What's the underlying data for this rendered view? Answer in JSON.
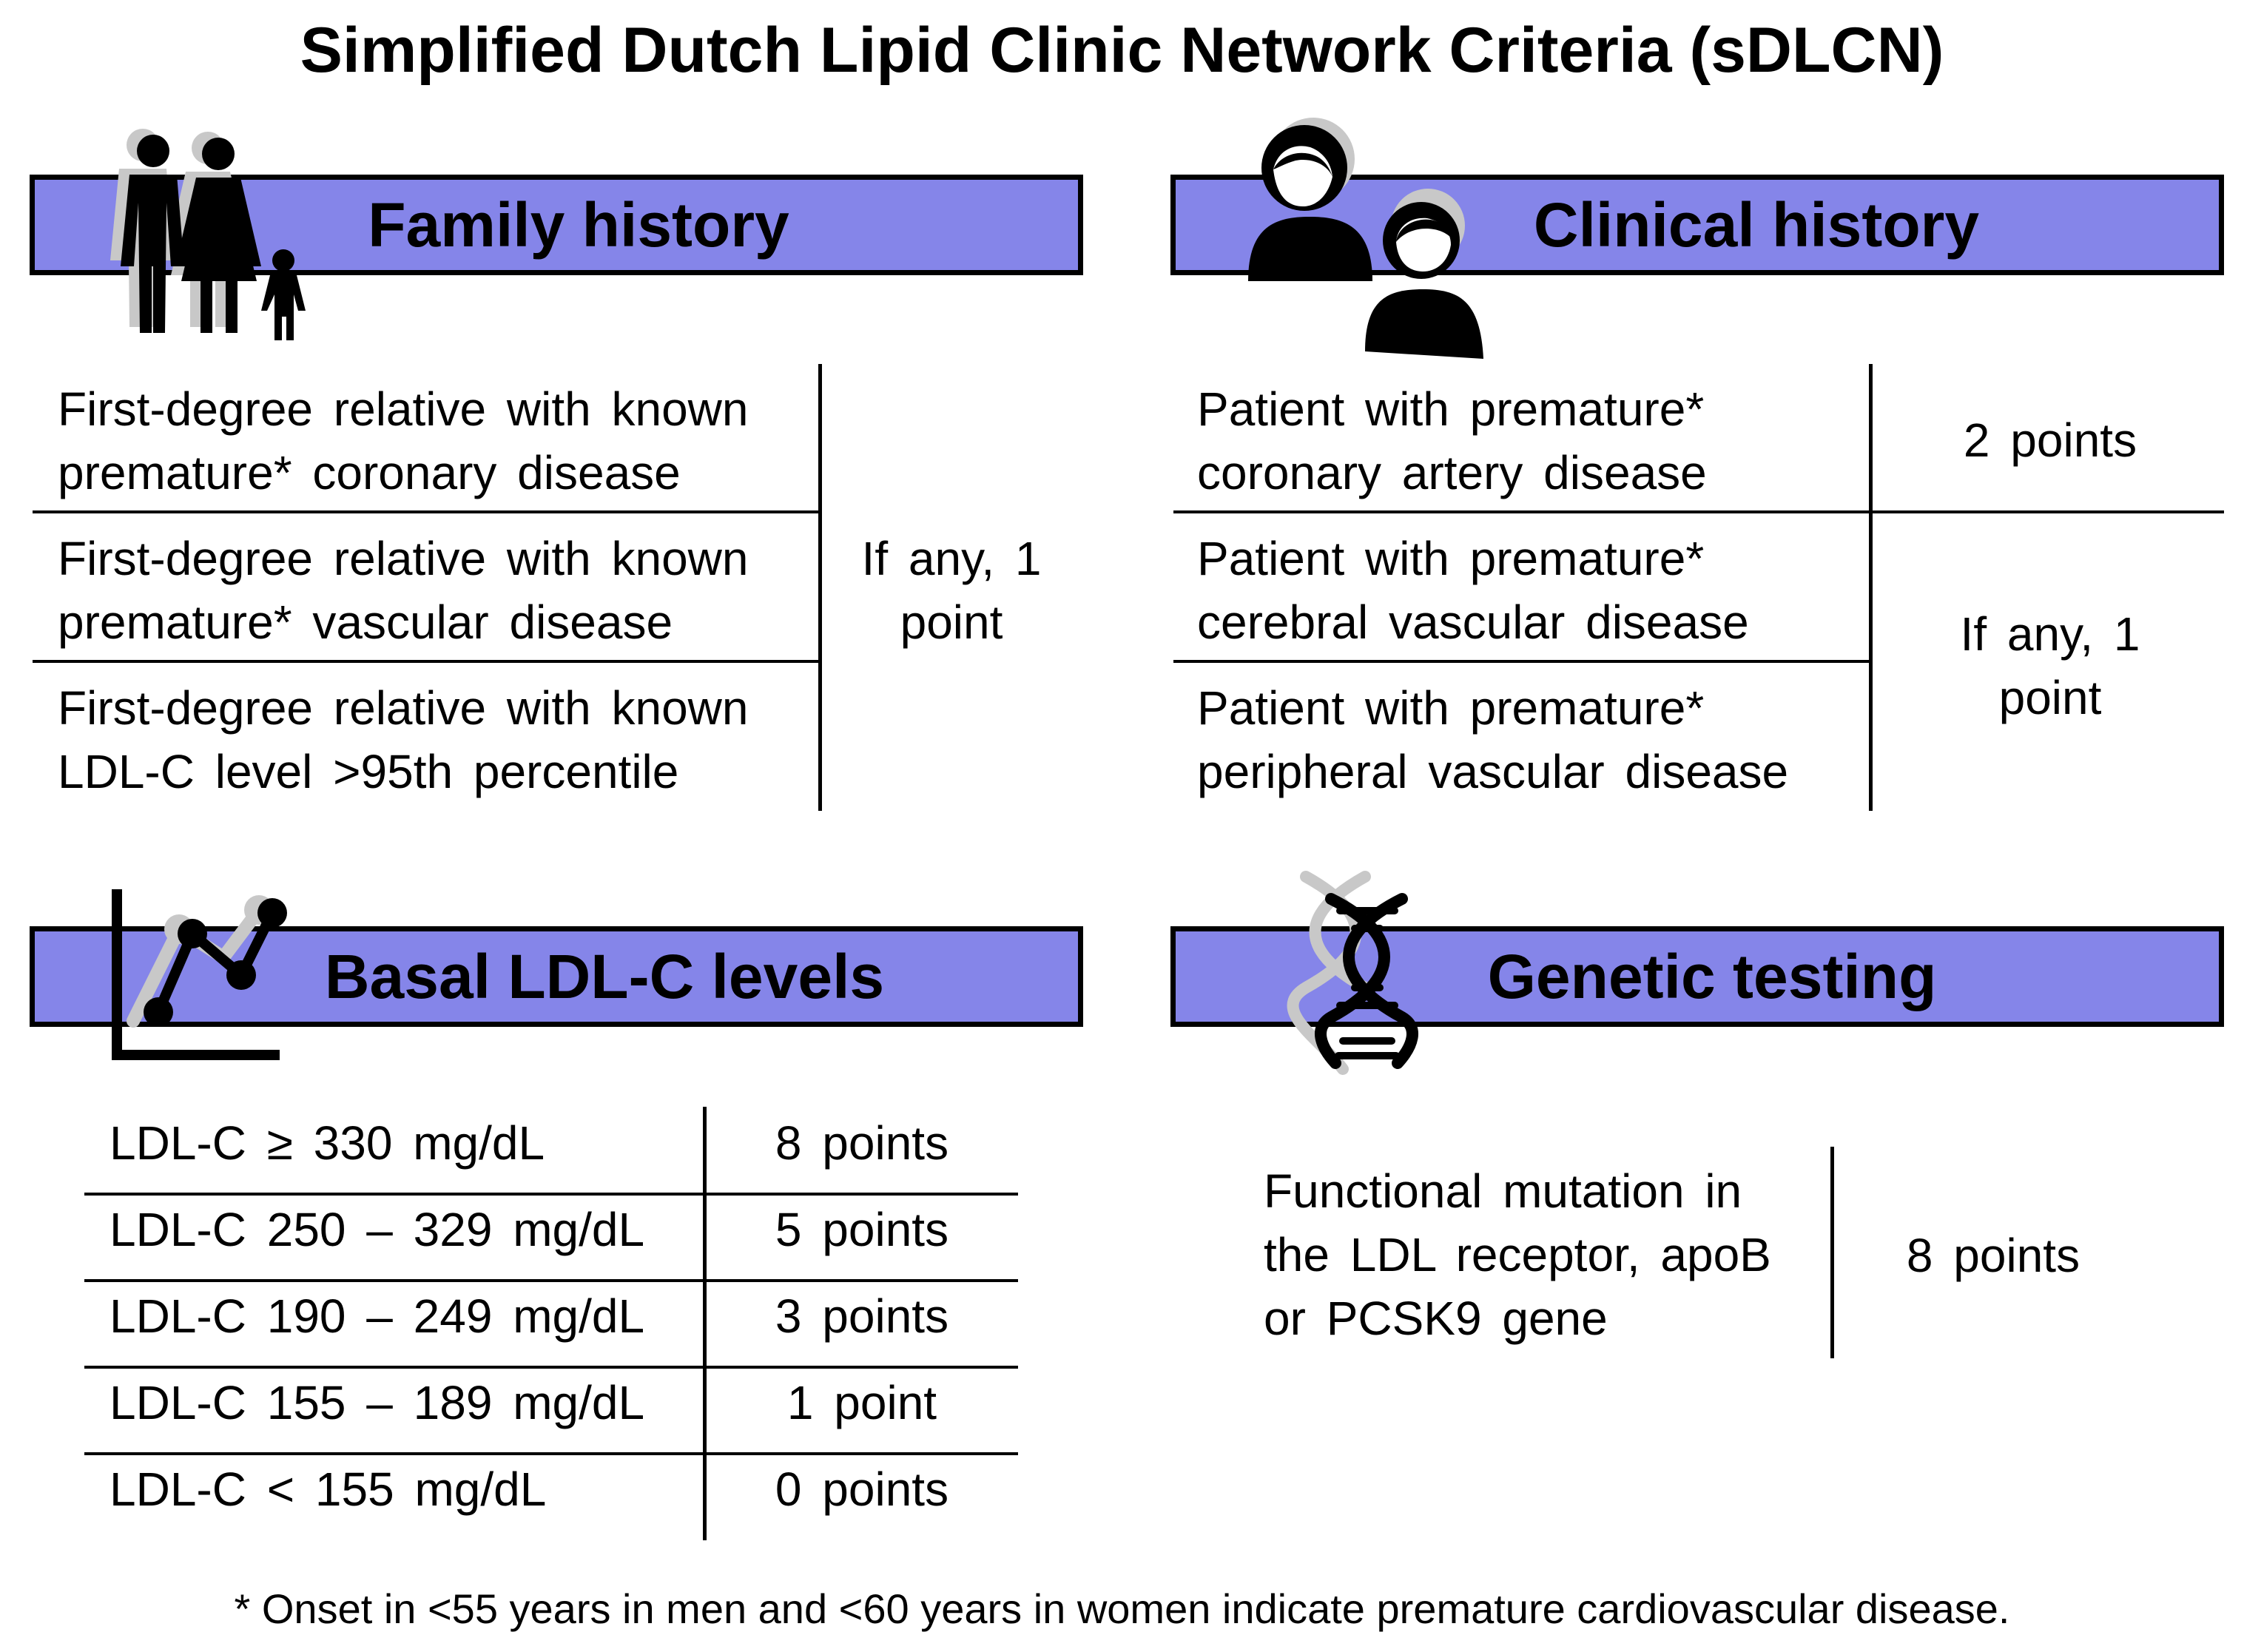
{
  "title": "Simplified Dutch Lipid Clinic Network Criteria (sDLCN)",
  "sections": {
    "family": {
      "heading": "Family history",
      "icon": "family-icon",
      "rows": [
        {
          "line1": "First-degree relative with known",
          "line2": "premature* coronary disease"
        },
        {
          "line1": "First-degree relative with known",
          "line2": "premature* vascular disease"
        },
        {
          "line1": "First-degree relative with known",
          "line2": "LDL-C level >95th percentile"
        }
      ],
      "score_line1": "If any, 1",
      "score_line2": "point"
    },
    "clinical": {
      "heading": "Clinical history",
      "icon": "doctor-patient-icon",
      "rows": [
        {
          "line1": "Patient with premature*",
          "line2": "coronary artery disease"
        },
        {
          "line1": "Patient with premature*",
          "line2": "cerebral vascular disease"
        },
        {
          "line1": "Patient with premature*",
          "line2": "peripheral vascular disease"
        }
      ],
      "score_top": "2 points",
      "score_bottom_line1": "If any, 1",
      "score_bottom_line2": "point"
    },
    "ldl": {
      "heading": "Basal LDL-C levels",
      "icon": "line-chart-icon",
      "rows": [
        {
          "label": "LDL-C ≥ 330 mg/dL",
          "points": "8 points"
        },
        {
          "label": "LDL-C 250 – 329 mg/dL",
          "points": "5 points"
        },
        {
          "label": "LDL-C 190 – 249 mg/dL",
          "points": "3 points"
        },
        {
          "label": "LDL-C 155 – 189 mg/dL",
          "points": "1 point"
        },
        {
          "label": "LDL-C < 155 mg/dL",
          "points": "0 points"
        }
      ]
    },
    "genetic": {
      "heading": "Genetic testing",
      "icon": "dna-icon",
      "text_line1": "Functional mutation in",
      "text_line2": "the LDL receptor, apoB",
      "text_line3": "or PCSK9 gene",
      "points": "8 points"
    }
  },
  "footnote": "* Onset in <55 years in men and <60 years in women indicate premature cardiovascular disease.",
  "colors": {
    "banner": "#8585e9",
    "border": "#000000",
    "icon_shadow": "#c8c8c8"
  }
}
